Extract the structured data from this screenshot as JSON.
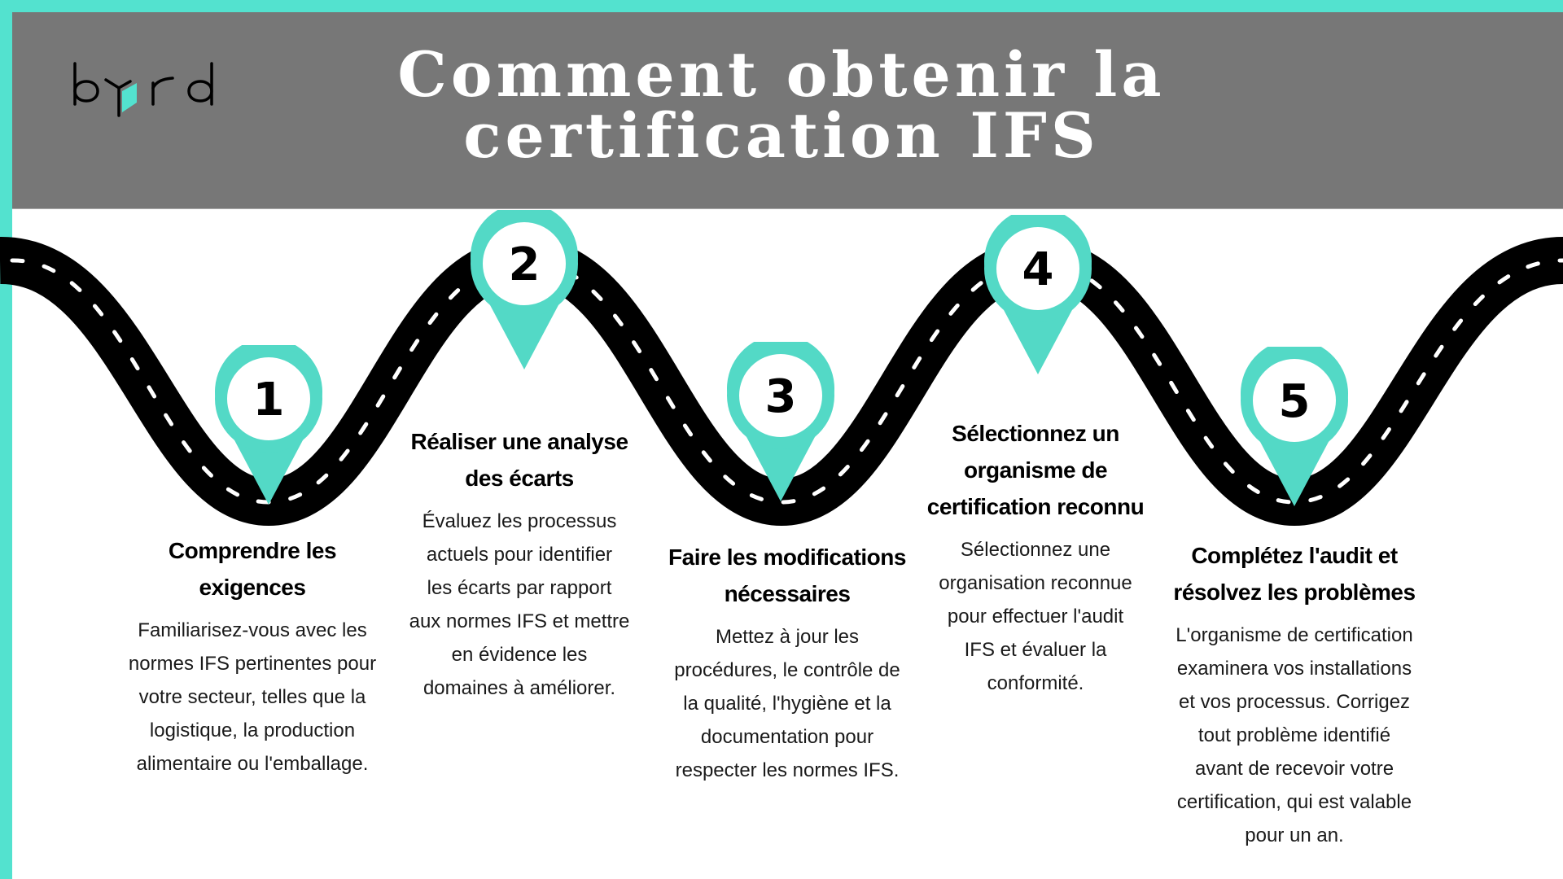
{
  "header": {
    "logo_text": "byrd",
    "title_lines": [
      "Comment obtenir la",
      "certification IFS"
    ]
  },
  "colors": {
    "accent": "#53e2cf",
    "pin": "#53d9c6",
    "header_bg": "#777777",
    "road": "#000000",
    "road_dash": "#ffffff"
  },
  "steps": [
    {
      "number": "1",
      "title_lines": [
        "Comprendre les",
        "exigences"
      ],
      "body_lines": [
        "Familiarisez-vous avec les",
        "normes IFS pertinentes pour",
        "votre secteur, telles que la",
        "logistique, la production",
        "alimentaire ou l'emballage."
      ]
    },
    {
      "number": "2",
      "title_lines": [
        "Réaliser une analyse",
        "des écarts"
      ],
      "body_lines": [
        "Évaluez les processus",
        "actuels pour identifier",
        "les écarts par rapport",
        "aux normes IFS et mettre",
        "en évidence les",
        "domaines à améliorer."
      ]
    },
    {
      "number": "3",
      "title_lines": [
        "Faire les modifications",
        "nécessaires"
      ],
      "body_lines": [
        "Mettez à jour les",
        "procédures, le contrôle de",
        "la qualité, l'hygiène et la",
        "documentation pour",
        "respecter les normes IFS."
      ]
    },
    {
      "number": "4",
      "title_lines": [
        "Sélectionnez un",
        "organisme de",
        "certification reconnu"
      ],
      "body_lines": [
        "Sélectionnez une",
        "organisation reconnue",
        "pour effectuer l'audit",
        "IFS et évaluer la",
        "conformité."
      ]
    },
    {
      "number": "5",
      "title_lines": [
        "Complétez l'audit et",
        "résolvez les problèmes"
      ],
      "body_lines": [
        "L'organisme de certification",
        "examinera vos installations",
        "et vos processus. Corrigez",
        "tout problème identifié",
        "avant de recevoir votre",
        "certification, qui est valable",
        "pour un an."
      ]
    }
  ]
}
